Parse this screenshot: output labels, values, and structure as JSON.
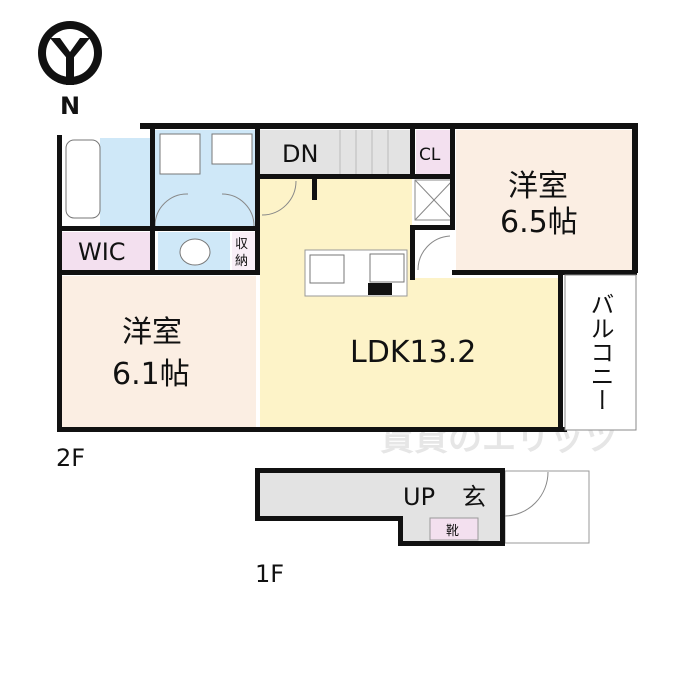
{
  "compass": {
    "label": "N"
  },
  "floors": {
    "upper": "2F",
    "lower": "1F"
  },
  "rooms": {
    "western_a": {
      "name": "洋室",
      "size": "6.5帖"
    },
    "western_b": {
      "name": "洋室",
      "size": "6.1帖"
    },
    "ldk": {
      "name": "LDK13.2"
    },
    "wic": {
      "name": "WIC"
    },
    "storage": {
      "name_top": "収",
      "name_bottom": "納"
    },
    "closet": {
      "name": "CL"
    },
    "stairs_down": {
      "name": "DN"
    },
    "stairs_up": {
      "name": "UP"
    },
    "entrance": {
      "name": "玄"
    },
    "shoe": {
      "name": "靴"
    },
    "balcony": {
      "name": "バルコニー"
    }
  },
  "watermark": "賃貸のエリッツ",
  "colors": {
    "wet": "#cfe8f8",
    "storage": "#f3e0ef",
    "bedroom": "#fbeee3",
    "ldk": "#fdf3c8",
    "stair": "#e3e3e3"
  }
}
